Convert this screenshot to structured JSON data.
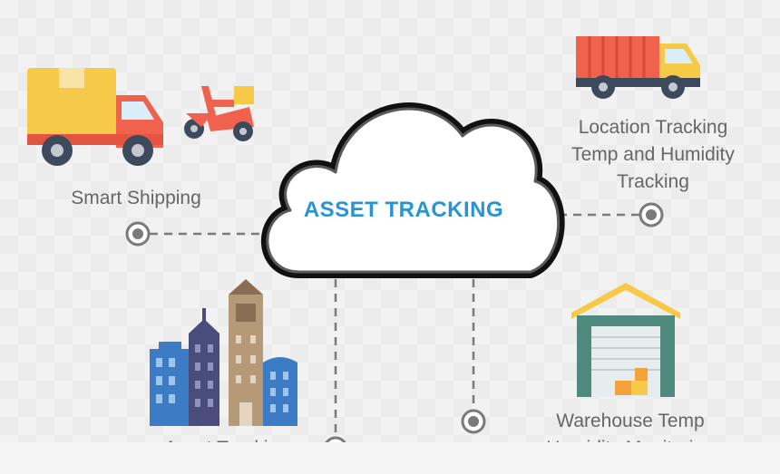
{
  "center": {
    "title": "ASSET TRACKING"
  },
  "nodes": {
    "smart_shipping": "Smart Shipping",
    "location_tracking": [
      "Location Tracking",
      "Temp and Humidity",
      "Tracking"
    ],
    "warehouse": [
      "Warehouse Temp",
      "Humidity Monitoring"
    ],
    "bottom_left": "Asset Tracking"
  },
  "colors": {
    "title_blue": "#2a93d5",
    "label_gray": "#666666",
    "truck_yellow": "#f7c948",
    "truck_red": "#f0624d",
    "warehouse_green": "#4f8a7e",
    "building_blue": "#3b7cc4"
  },
  "icons": {
    "delivery_truck": "delivery-truck-icon",
    "scooter": "delivery-scooter-icon",
    "container_truck": "container-truck-icon",
    "city_buildings": "city-buildings-icon",
    "warehouse": "warehouse-icon",
    "cloud": "cloud-icon"
  }
}
